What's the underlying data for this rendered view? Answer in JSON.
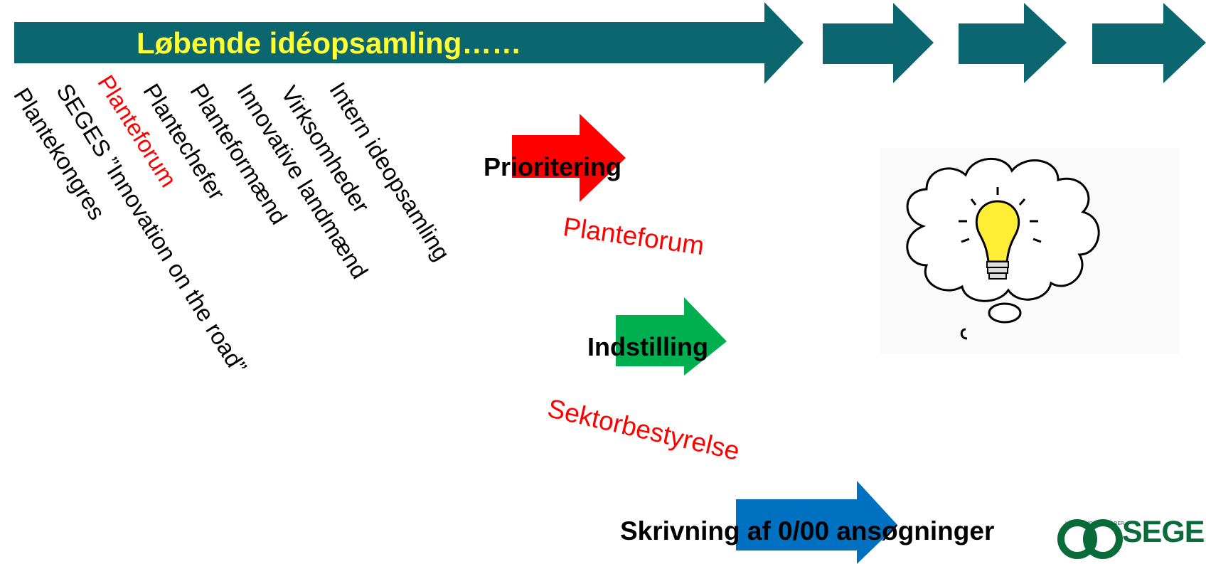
{
  "banner": {
    "title": "Løbende idéopsamling……",
    "color": "#0b6670",
    "title_color": "#ffff33"
  },
  "sources": [
    {
      "label": "Plantekongres",
      "color": "#000000"
    },
    {
      "label": "SEGES ”Innovation on the road”",
      "color": "#000000"
    },
    {
      "label": "Planteforum",
      "color": "#ff0000"
    },
    {
      "label": "Plantechefer",
      "color": "#000000"
    },
    {
      "label": "Planteformænd",
      "color": "#000000"
    },
    {
      "label": "Innovative landmænd",
      "color": "#000000"
    },
    {
      "label": "Virksomheder",
      "color": "#000000"
    },
    {
      "label": "Intern ideopsamling",
      "color": "#000000"
    }
  ],
  "stages": [
    {
      "label": "Prioritering",
      "arrow_color": "#ff0000",
      "actor": "Planteforum"
    },
    {
      "label": "Indstilling",
      "arrow_color": "#00b050",
      "actor": "Sektorbestyrelse"
    },
    {
      "label": "Skrivning af 0/00 ansøgninger",
      "arrow_color": "#0070c0",
      "actor": ""
    }
  ],
  "illustration": {
    "icon": "lightbulb-thought-icon",
    "bulb_color": "#ffee33"
  },
  "logo": {
    "text": "SEGE",
    "icon": "seges-logo-icon",
    "ring_text_1": "LANDBRUG",
    "ring_text_2": "FØDEVARER",
    "color": "#0a6b3a"
  }
}
